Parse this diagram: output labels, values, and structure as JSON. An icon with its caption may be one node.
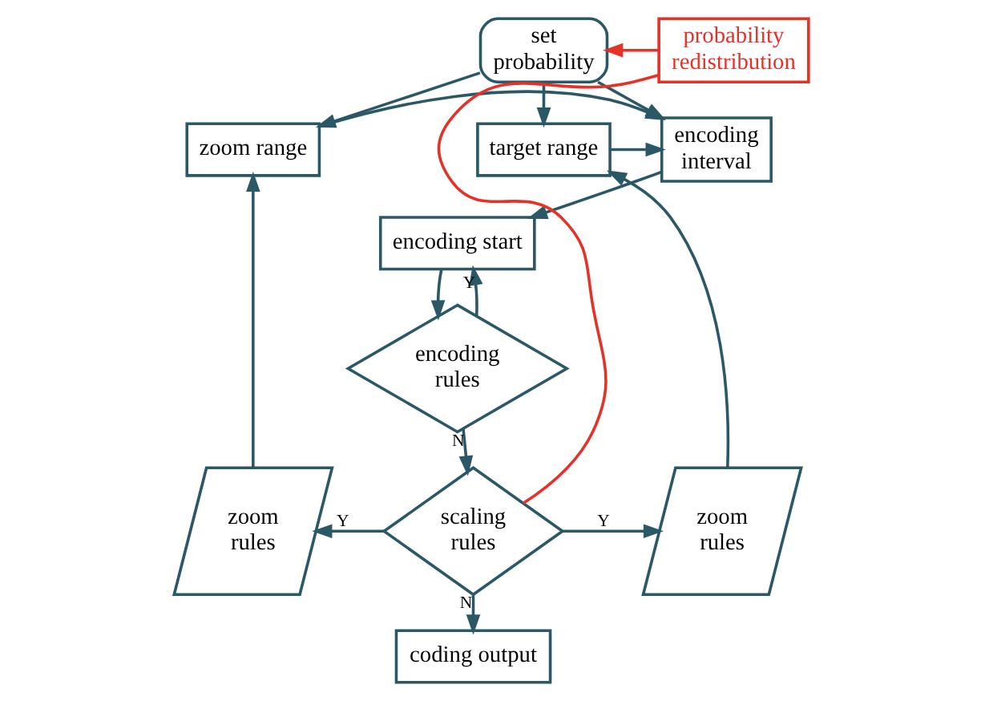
{
  "diagram": {
    "nodes": [
      {
        "text": [
          "set probability"
        ]
      },
      {
        "text": [
          "zoom range"
        ]
      },
      {
        "text": [
          "encoding interval"
        ]
      },
      {
        "text": [
          "target range"
        ]
      },
      {
        "text": [
          "encoding start"
        ]
      },
      {
        "text": [
          "encoding rules"
        ]
      },
      {
        "text": [
          "zoom rules"
        ]
      },
      {
        "text": [
          "scaling rules"
        ]
      },
      {
        "text": [
          "zoom rules"
        ]
      },
      {
        "text": [
          "coding output"
        ]
      },
      {
        "text": [
          "probability redistribution"
        ]
      }
    ],
    "edges": [
      {
        "from": 0,
        "to": 1,
        "arrow": "to"
      },
      {
        "from": 0,
        "to": 2,
        "arrow": "to"
      },
      {
        "from": 0,
        "to": 3,
        "arrow": "to"
      },
      {
        "from": 1,
        "to": 2,
        "arrow": "to"
      },
      {
        "from": 3,
        "to": 2,
        "arrow": "to"
      },
      {
        "from": 2,
        "to": 4,
        "arrow": "to"
      },
      {
        "from": 4,
        "to": 5,
        "arrow": "to"
      },
      {
        "from": 5,
        "to": 4,
        "arrow": "to",
        "label": "Y"
      },
      {
        "from": 5,
        "to": 7,
        "arrow": "to",
        "label": "N"
      },
      {
        "from": 7,
        "to": 6,
        "arrow": "to",
        "label": "Y"
      },
      {
        "from": 7,
        "to": 8,
        "arrow": "to",
        "label": "Y"
      },
      {
        "from": 6,
        "to": 1,
        "arrow": "to"
      },
      {
        "from": 8,
        "to": 3,
        "arrow": "to"
      },
      {
        "from": 7,
        "to": 9,
        "arrow": "to",
        "label": "N"
      },
      {
        "from": 7,
        "to": 10,
        "arrow": "none",
        "color": "#e53228"
      },
      {
        "from": 10,
        "to": 0,
        "arrow": "to",
        "color": "#e53228"
      }
    ]
  }
}
